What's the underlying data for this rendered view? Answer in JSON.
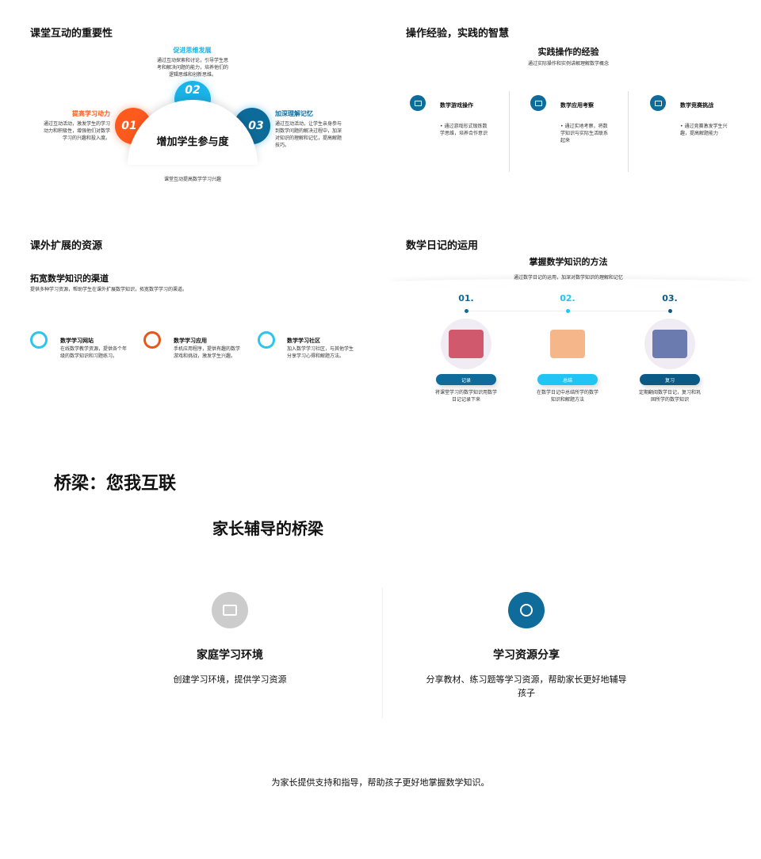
{
  "slide1": {
    "title": "课堂互动的重要性",
    "center": "增加学生参与度",
    "footer": "课堂互动提高数学学习兴趣",
    "items": [
      {
        "num": "01",
        "title": "提高学习动力",
        "desc": "通过互动活动，激发学生的学习动力和积极性，增强他们对数学学习的兴趣和投入度。",
        "color": "#FF5A1E"
      },
      {
        "num": "02",
        "title": "促进思维发展",
        "desc": "通过互动探索和讨论，引导学生思考和解决问题的能力，培养他们的逻辑思维和创新思维。",
        "color": "#1AB4E8"
      },
      {
        "num": "03",
        "title": "加深理解记忆",
        "desc": "通过互动活动，让学生亲身参与到数学问题的解决过程中，加深对知识的理解和记忆，提高解题技巧。",
        "color": "#0D6B9A"
      }
    ]
  },
  "slide2": {
    "title": "操作经验，实践的智慧",
    "heading": "实践操作的经验",
    "subtitle": "通过实际操作和实例讲解理解数学概念",
    "items": [
      {
        "icon": "image-icon",
        "title": "数学游戏操作",
        "desc": "通过游戏形式锻炼数学思维，培养合作意识"
      },
      {
        "icon": "briefcase-icon",
        "title": "数学应用考察",
        "desc": "通过实地考察，将数学知识与实际生活联系起来"
      },
      {
        "icon": "sofa-icon",
        "title": "数学竞赛挑战",
        "desc": "通过竞赛激发学生兴趣，提高解题能力"
      }
    ]
  },
  "slide3": {
    "title": "课外扩展的资源",
    "heading": "拓宽数学知识的渠道",
    "subtitle": "提供多种学习资源，帮助学生在课外扩展数学知识，拓宽数学学习的渠道。",
    "items": [
      {
        "title": "数学学习网站",
        "desc": "在线数学教学资源，提供各个年级的数学知识和习题练习。",
        "color": "#2EC4F0"
      },
      {
        "title": "数学学习应用",
        "desc": "手机应用程序，提供有趣的数学游戏和挑战，激发学生兴趣。",
        "color": "#E8561A"
      },
      {
        "title": "数学学习社区",
        "desc": "加入数学学习社区，与其他学生分享学习心得和解题方法。",
        "color": "#2EC4F0"
      }
    ]
  },
  "slide4": {
    "title": "数学日记的运用",
    "heading": "掌握数学知识的方法",
    "subtitle": "通过数学日记的运用，加深对数学知识的理解和记忆",
    "steps": [
      {
        "num": "01.",
        "label": "记录",
        "desc": "将课堂学习的数学知识用数学日记记录下来",
        "color": "#0E6B9A"
      },
      {
        "num": "02.",
        "label": "总结",
        "desc": "在数学日记中总结所学的数学知识和解题方法",
        "color": "#22C4F5"
      },
      {
        "num": "03.",
        "label": "复习",
        "desc": "定期翻阅数学日记，复习和巩固所学的数学知识",
        "color": "#0A5A85"
      }
    ]
  },
  "slide5": {
    "title": "桥梁：您我互联",
    "heading": "家长辅导的桥梁",
    "cards": [
      {
        "icon": "printer-icon",
        "title": "家庭学习环境",
        "desc": "创建学习环境，提供学习资源",
        "color": "#CCCCCC"
      },
      {
        "icon": "webcam-icon",
        "title": "学习资源分享",
        "desc": "分享教材、练习题等学习资源，帮助家长更好地辅导孩子",
        "color": "#0E6B9A"
      }
    ],
    "footer": "为家长提供支持和指导，帮助孩子更好地掌握数学知识。"
  }
}
